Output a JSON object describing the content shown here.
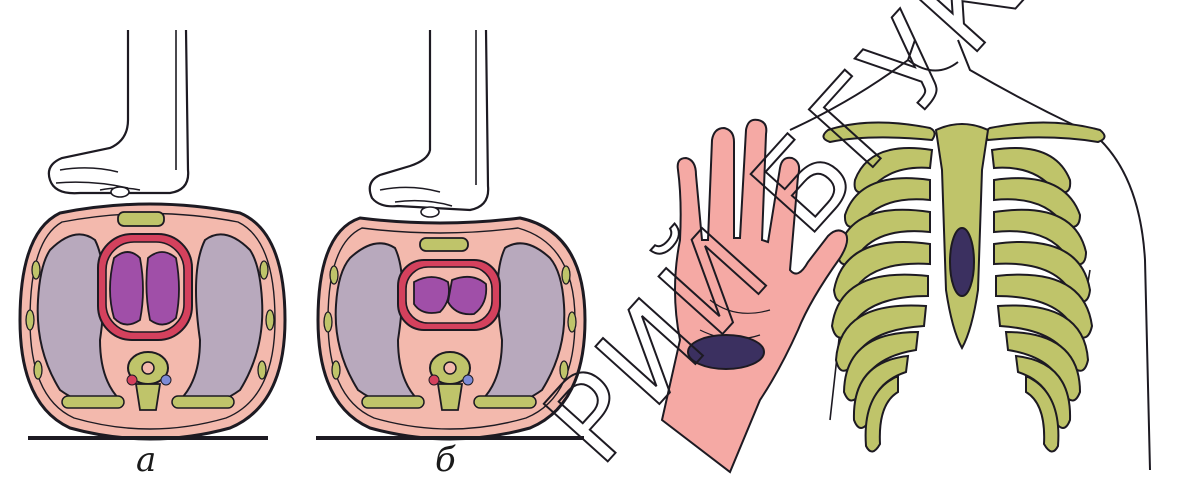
{
  "figure": {
    "labels": {
      "a": "а",
      "b": "б"
    },
    "watermark": "РИЙ БГУКИ"
  },
  "colors": {
    "skin": "#f3b9ad",
    "lung": "#b8a9bd",
    "heart": "#a04fa8",
    "pericardium": "#d4415d",
    "bone": "#bfc46a",
    "outline": "#1d1a22",
    "marker": "#3b3060",
    "palm": "#f5a9a4"
  },
  "icons": [
    "arrow-down-icon"
  ]
}
